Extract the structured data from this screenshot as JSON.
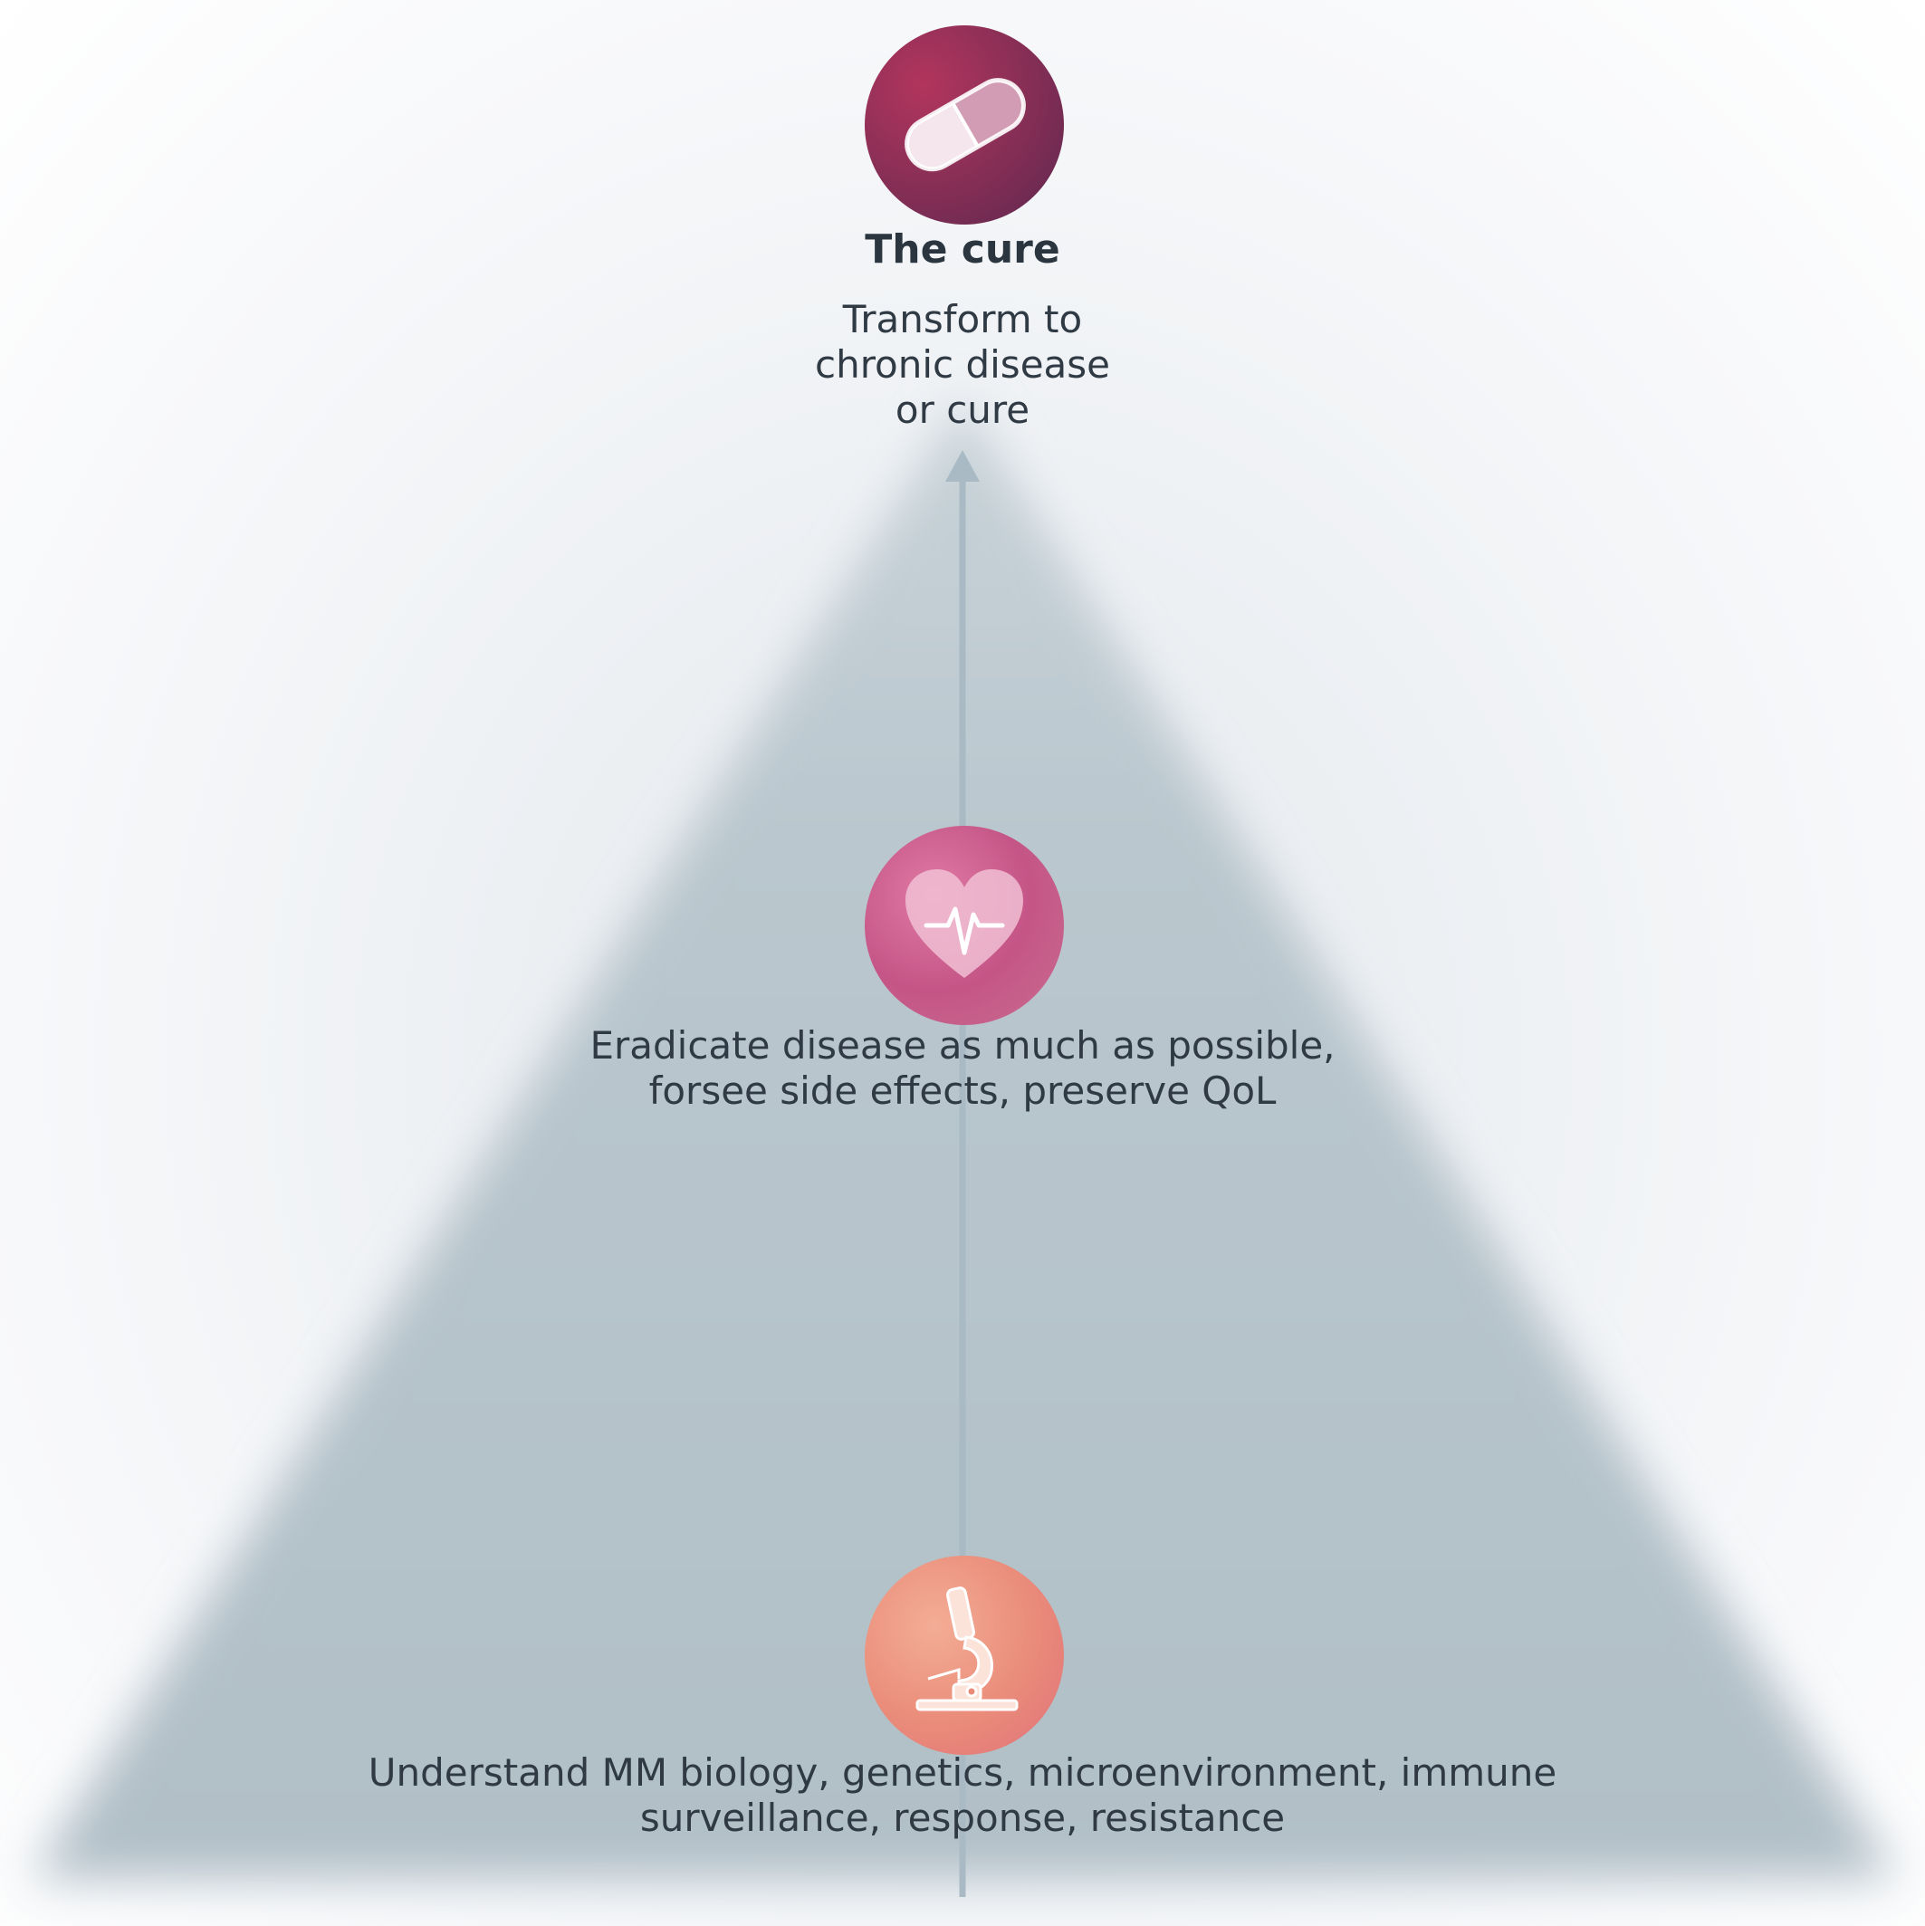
{
  "top": {
    "title": "The cure",
    "description_lines": [
      "Transform to",
      "chronic disease",
      "or cure"
    ],
    "icon": "capsule-icon",
    "color": "#8a2f56"
  },
  "middle": {
    "description_lines": [
      "Eradicate disease as much as possible,",
      "forsee side effects, preserve QoL"
    ],
    "icon": "heart-pulse-icon",
    "color": "#c45586"
  },
  "bottom": {
    "description_lines": [
      "Understand MM biology, genetics, microenvironment, immune",
      "surveillance, response, resistance"
    ],
    "icon": "microscope-icon",
    "color": "#e98a78"
  },
  "colors": {
    "pyramid": "#b0bec6",
    "arrow": "#a9bac4",
    "text": "#2f3a44"
  }
}
